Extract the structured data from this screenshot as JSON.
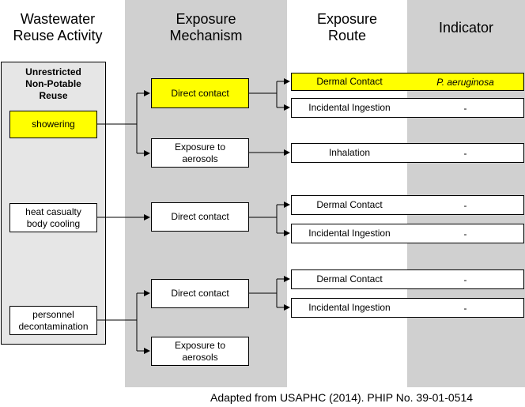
{
  "headers": {
    "activity": [
      "Wastewater",
      "Reuse Activity"
    ],
    "mechanism": [
      "Exposure",
      "Mechanism"
    ],
    "route": [
      "Exposure",
      "Route"
    ],
    "indicator": "Indicator"
  },
  "group_title": [
    "Unrestricted",
    "Non-Potable",
    "Reuse"
  ],
  "activities": [
    {
      "lines": [
        "showering"
      ],
      "highlight": true
    },
    {
      "lines": [
        "heat casualty",
        "body cooling"
      ],
      "highlight": false
    },
    {
      "lines": [
        "personnel",
        "decontamination"
      ],
      "highlight": false
    }
  ],
  "mechanisms": [
    {
      "lines": [
        "Direct contact"
      ],
      "highlight": true
    },
    {
      "lines": [
        "Exposure to",
        "aerosols"
      ],
      "highlight": false
    },
    {
      "lines": [
        "Direct contact"
      ],
      "highlight": false
    },
    {
      "lines": [
        "Direct contact"
      ],
      "highlight": false
    },
    {
      "lines": [
        "Exposure to",
        "aerosols"
      ],
      "highlight": false
    }
  ],
  "routes": [
    {
      "label": "Dermal Contact",
      "indicator": "P. aeruginosa",
      "highlight": true
    },
    {
      "label": "Incidental Ingestion",
      "indicator": "-",
      "highlight": false
    },
    {
      "label": "Inhalation",
      "indicator": "-",
      "highlight": false
    },
    {
      "label": "Dermal Contact",
      "indicator": "-",
      "highlight": false
    },
    {
      "label": "Incidental Ingestion",
      "indicator": "-",
      "highlight": false
    },
    {
      "label": "Dermal Contact",
      "indicator": "-",
      "highlight": false
    },
    {
      "label": "Incidental Ingestion",
      "indicator": "-",
      "highlight": false
    }
  ],
  "caption": "Adapted from USAPHC (2014). PHIP No. 39-01-0514",
  "colors": {
    "highlight": "#ffff00",
    "band": "#d0d0d0",
    "panel": "#e6e6e6"
  }
}
